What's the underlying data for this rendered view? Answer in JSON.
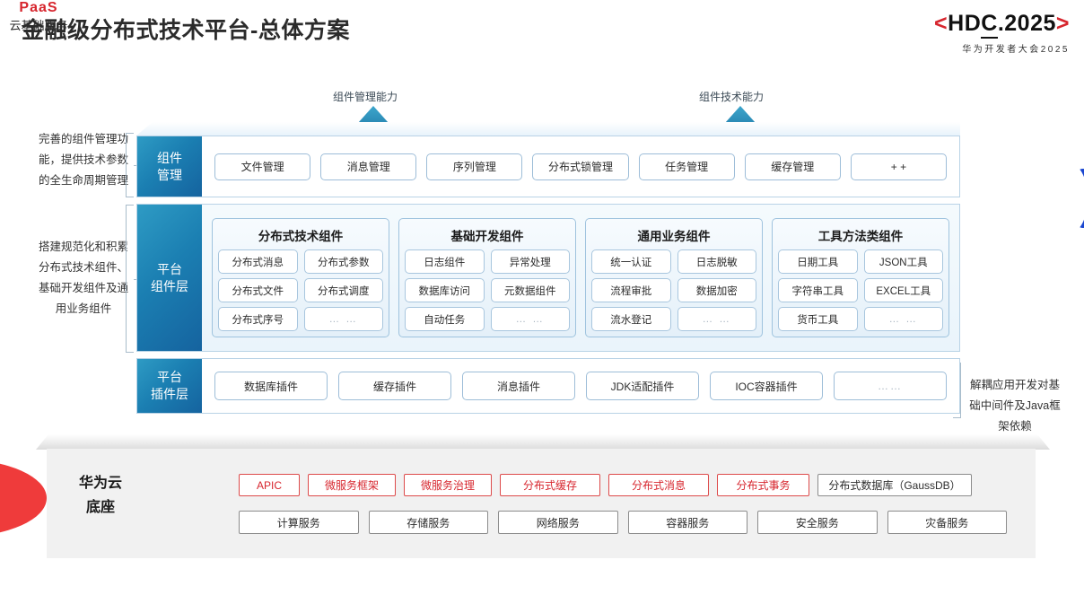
{
  "header": {
    "title": "金融级分布式技术平台-总体方案",
    "logo_bracket_left": "<",
    "logo_text_pre": "HD",
    "logo_text_c": "C",
    "logo_text_post": ".2025",
    "logo_bracket_right": ">",
    "logo_subtitle": "华为开发者大会2025",
    "accent_red": "#d7262e"
  },
  "capabilities": [
    {
      "label": "组件管理能力"
    },
    {
      "label": "组件技术能力"
    }
  ],
  "annotations": {
    "left_top": "完善的组件管理功能，提供技术参数的全生命周期管理",
    "left_bottom": "搭建规范化和积累分布式技术组件、基础开发组件及通用业务组件",
    "right": "解耦应用开发对基础中间件及Java框架依赖"
  },
  "layers": {
    "management": {
      "label_line1": "组件",
      "label_line2": "管理",
      "items": [
        "文件管理",
        "消息管理",
        "序列管理",
        "分布式锁管理",
        "任务管理",
        "缓存管理",
        "+ +"
      ]
    },
    "component": {
      "label_line1": "平台",
      "label_line2": "组件层",
      "groups": [
        {
          "title": "分布式技术组件",
          "cells": [
            "分布式消息",
            "分布式参数",
            "分布式文件",
            "分布式调度",
            "分布式序号",
            "… …"
          ]
        },
        {
          "title": "基础开发组件",
          "cells": [
            "日志组件",
            "异常处理",
            "数据库访问",
            "元数据组件",
            "自动任务",
            "… …"
          ]
        },
        {
          "title": "通用业务组件",
          "cells": [
            "统一认证",
            "日志脱敏",
            "流程审批",
            "数据加密",
            "流水登记",
            "… …"
          ]
        },
        {
          "title": "工具方法类组件",
          "cells": [
            "日期工具",
            "JSON工具",
            "字符串工具",
            "EXCEL工具",
            "货币工具",
            "… …"
          ]
        }
      ]
    },
    "plugin": {
      "label_line1": "平台",
      "label_line2": "插件层",
      "items": [
        "数据库插件",
        "缓存插件",
        "消息插件",
        "JDK适配插件",
        "IOC容器插件",
        "……"
      ]
    }
  },
  "base": {
    "title_line1": "华为云",
    "title_line2": "底座",
    "paas_label": "PaaS",
    "cloud_label": "云基础服务",
    "paas_items": [
      {
        "text": "APIC",
        "style": "red",
        "width": 68
      },
      {
        "text": "微服务框架",
        "style": "red",
        "width": 98
      },
      {
        "text": "微服务治理",
        "style": "red",
        "width": 98
      },
      {
        "text": "分布式缓存",
        "style": "red",
        "width": 112
      },
      {
        "text": "分布式消息",
        "style": "red",
        "width": 112
      },
      {
        "text": "分布式事务",
        "style": "red",
        "width": 103
      },
      {
        "text": "分布式数据库（GaussDB）",
        "style": "neutral",
        "width": 172
      }
    ],
    "cloud_items": [
      "计算服务",
      "存储服务",
      "网络服务",
      "容器服务",
      "安全服务",
      "灾备服务"
    ]
  },
  "colors": {
    "layer_blue_start": "#2e9bc4",
    "layer_blue_end": "#15639f",
    "panel_border": "#b9d3e6",
    "red_wedge": "#ef3b3b",
    "blue_crescent": "#1a46d0",
    "base_gray": "#f1f1f1"
  }
}
